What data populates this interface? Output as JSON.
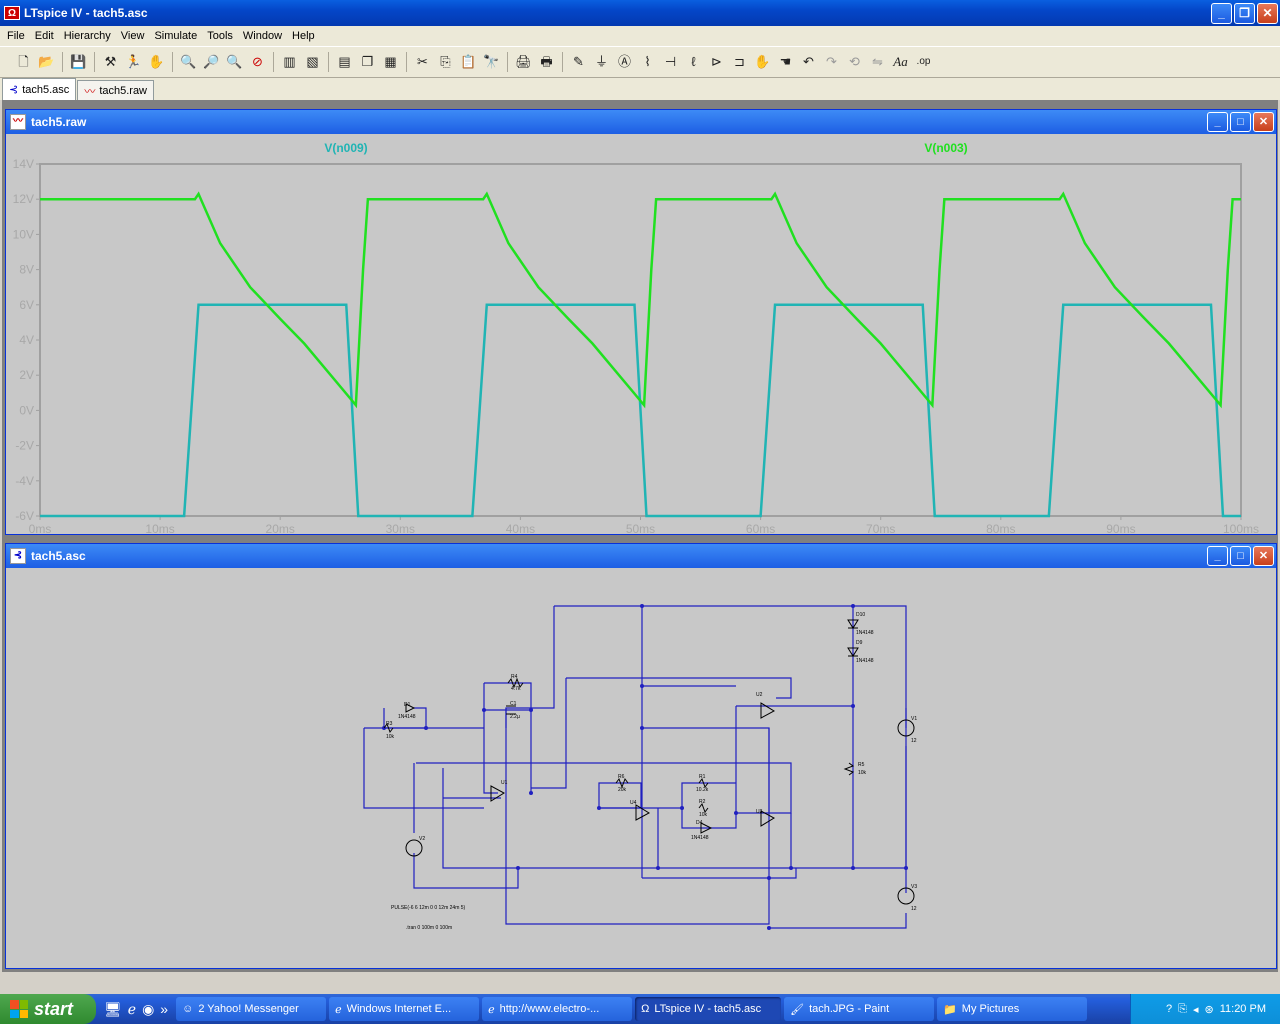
{
  "window": {
    "title": "LTspice IV - tach5.asc",
    "app_icon": "ltspice-icon"
  },
  "menu": [
    "File",
    "Edit",
    "Hierarchy",
    "View",
    "Simulate",
    "Tools",
    "Window",
    "Help"
  ],
  "toolbar": {
    "icons": [
      "new-schematic-icon",
      "open-icon",
      "save-icon",
      "control-panel-icon",
      "run-icon",
      "halt-icon",
      "zoom-in-icon",
      "zoom-pan-icon",
      "zoom-out-icon",
      "zoom-cancel-icon",
      "autorange-icon",
      "fit-icon",
      "tile-horizontal-icon",
      "cascade-icon",
      "tile-vertical-icon",
      "cut-icon",
      "copy-icon",
      "paste-icon",
      "find-icon",
      "print-setup-icon",
      "print-icon",
      "wire-icon",
      "ground-icon",
      "label-icon",
      "resistor-icon",
      "capacitor-icon",
      "inductor-icon",
      "diode-icon",
      "component-icon",
      "move-icon",
      "drag-icon",
      "undo-icon",
      "redo-icon",
      "rotate-icon",
      "mirror-icon",
      "text-icon",
      "spice-directive-icon"
    ],
    "text_icon_label": "Aa",
    "op_icon_label": ".op"
  },
  "tabs": [
    {
      "label": "tach5.asc",
      "active": true
    },
    {
      "label": "tach5.raw",
      "active": false
    }
  ],
  "plot_window": {
    "title": "tach5.raw"
  },
  "schematic_window": {
    "title": "tach5.asc"
  },
  "chart_data": {
    "type": "line",
    "title": "",
    "x_ticks": [
      "0ms",
      "10ms",
      "20ms",
      "30ms",
      "40ms",
      "50ms",
      "60ms",
      "70ms",
      "80ms",
      "90ms",
      "100ms"
    ],
    "y_ticks": [
      "14V",
      "12V",
      "10V",
      "8V",
      "6V",
      "4V",
      "2V",
      "0V",
      "-2V",
      "-4V",
      "-6V"
    ],
    "xlim": [
      0,
      100
    ],
    "ylim": [
      -6,
      14
    ],
    "grid": true,
    "series": [
      {
        "name": "V(n009)",
        "color": "#20b4b4",
        "x": [
          0,
          12.0,
          13.2,
          25.5,
          26.5,
          36.0,
          37.2,
          49.5,
          50.5,
          60.0,
          61.2,
          73.5,
          74.5,
          84.0,
          85.2,
          97.5,
          98.5,
          100
        ],
        "y": [
          -6,
          -6,
          6,
          6,
          -6,
          -6,
          6,
          6,
          -6,
          -6,
          6,
          6,
          -6,
          -6,
          6,
          6,
          -6,
          -6
        ]
      },
      {
        "name": "V(n003)",
        "color": "#20e020",
        "x": [
          0,
          12.9,
          13.2,
          15,
          17.5,
          20,
          22,
          26.3,
          26.9,
          27.3,
          36.9,
          37.2,
          39,
          41.5,
          44,
          46,
          50.3,
          50.9,
          51.3,
          60.9,
          61.2,
          63,
          65.5,
          68,
          70,
          74.3,
          74.9,
          75.3,
          84.9,
          85.2,
          87,
          89.5,
          92,
          94,
          98.3,
          98.9,
          99.3,
          100
        ],
        "y": [
          12,
          12,
          12.3,
          9.5,
          7.0,
          5.2,
          3.8,
          0.3,
          8.0,
          12,
          12,
          12.3,
          9.5,
          7.0,
          5.2,
          3.8,
          0.3,
          8.0,
          12,
          12,
          12.3,
          9.5,
          7.0,
          5.2,
          3.8,
          0.3,
          8.0,
          12,
          12,
          12.3,
          9.5,
          7.0,
          5.2,
          3.8,
          0.3,
          8.0,
          12,
          12
        ]
      }
    ]
  },
  "schematic": {
    "labels": {
      "d10": "D10",
      "d10v": "1N4148",
      "d9": "D9",
      "d9v": "1N4148",
      "r4": "R4",
      "r4v": "4.7k",
      "c1": "C1",
      "c1v": "2.2µ",
      "d1": "D1",
      "d1v": "1N4148",
      "r3": "R3",
      "r3v": "10k",
      "u1": "U1",
      "u2": "U2",
      "u3": "U3",
      "u4": "U4",
      "r6": "R6",
      "r6v": "20k",
      "r1": "R1",
      "r1v": "10.2k",
      "r2": "R2",
      "r2v": "10k",
      "d4": "D4",
      "d4v": "1N4148",
      "r5": "R5",
      "r5v": "10k",
      "v1": "V1",
      "v1v": "12",
      "v2": "V2",
      "v3": "V3",
      "v3v": "12",
      "pulse": "PULSE(-6 6 12m 0 0 12m 24m 5)",
      "tran": ".tran 0 100m 0 100m"
    }
  },
  "taskbar": {
    "start": "start",
    "quicklaunch": [
      "show-desktop-icon",
      "ie-icon",
      "media-icon"
    ],
    "tasks": [
      {
        "label": "2 Yahoo! Messenger",
        "icon": "yahoo-icon"
      },
      {
        "label": "Windows Internet E...",
        "icon": "ie-icon"
      },
      {
        "label": "http://www.electro-...",
        "icon": "ie-icon"
      },
      {
        "label": "LTspice IV - tach5.asc",
        "icon": "ltspice-icon",
        "active": true
      },
      {
        "label": "tach.JPG - Paint",
        "icon": "paint-icon"
      },
      {
        "label": "My Pictures",
        "icon": "folder-icon"
      }
    ],
    "clock": "11:20 PM"
  }
}
